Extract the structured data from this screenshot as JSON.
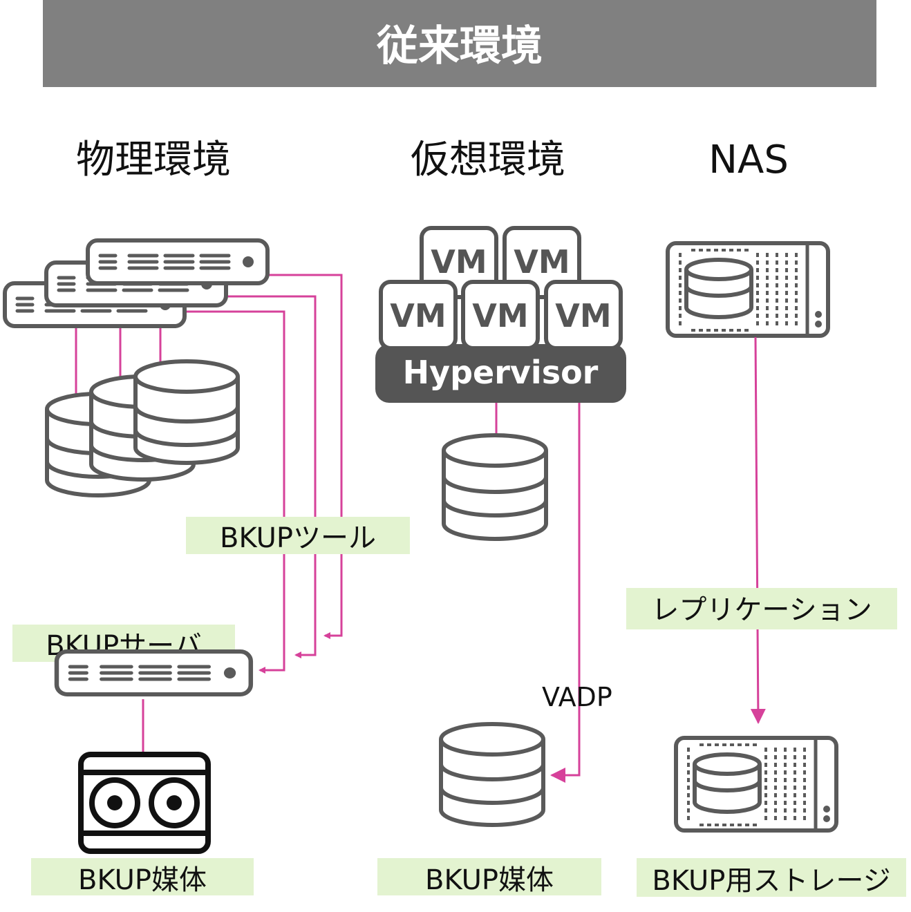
{
  "header": {
    "title": "従来環境"
  },
  "columns": {
    "physical": {
      "title": "物理環境"
    },
    "virtual": {
      "title": "仮想環境"
    },
    "nas": {
      "title": "NAS"
    }
  },
  "labels": {
    "bkup_tool": "BKUPツール",
    "bkup_server": "BKUPサーバ",
    "bkup_media_physical": "BKUP媒体",
    "bkup_media_virtual": "BKUP媒体",
    "replication": "レプリケーション",
    "bkup_storage": "BKUP用ストレージ",
    "vadp": "VADP"
  },
  "virtual": {
    "vm_label": "VM",
    "hypervisor": "Hypervisor"
  },
  "colors": {
    "header_bg": "#808080",
    "label_bg": "#e3f3d0",
    "connector": "#d6419a",
    "device": "#5a5a5a"
  }
}
